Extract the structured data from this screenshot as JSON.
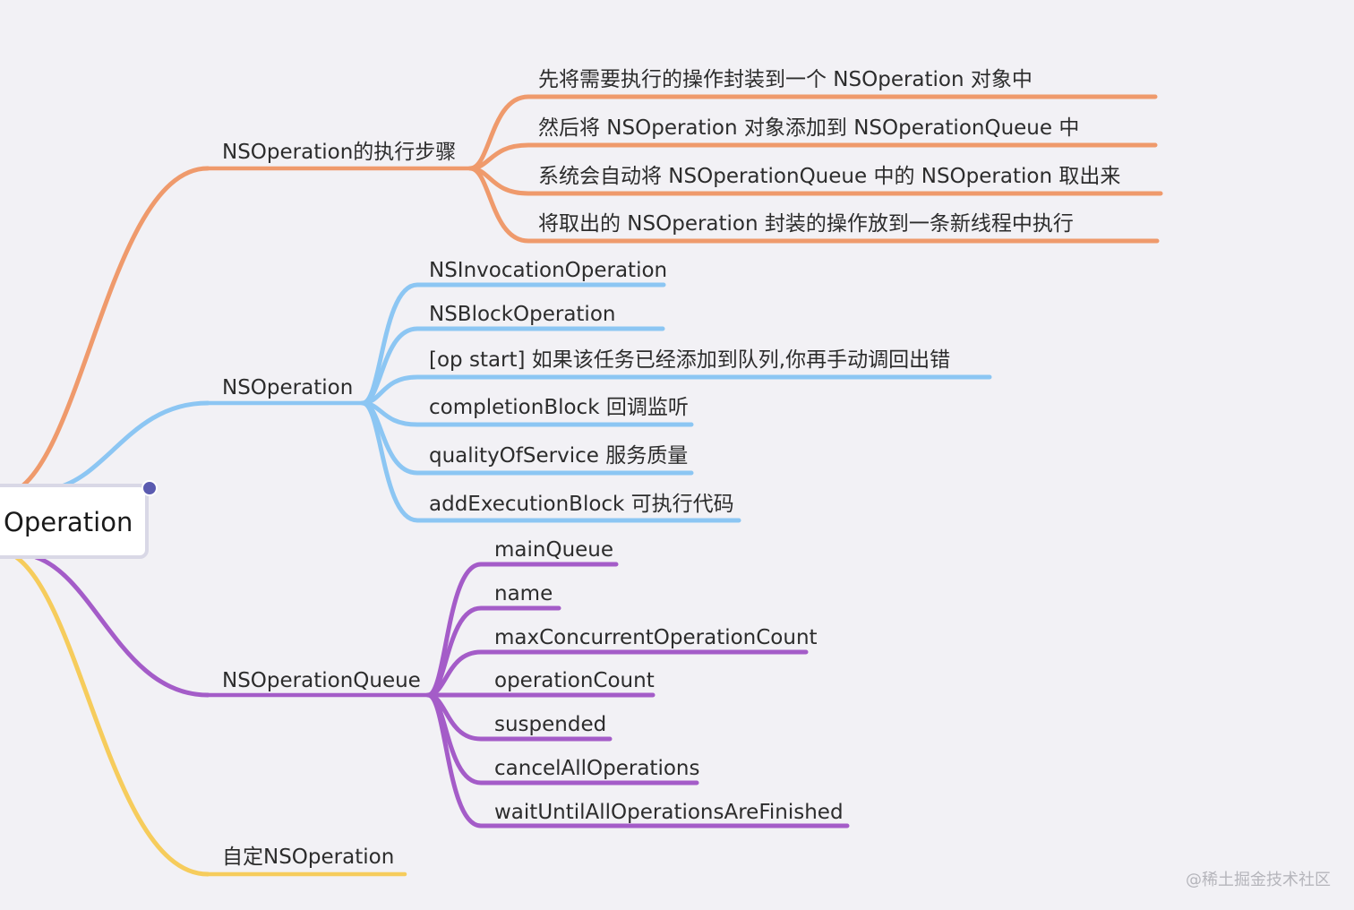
{
  "colors": {
    "orange": "#ef9a6c",
    "blue": "#8cc6f3",
    "purple": "#a45cc8",
    "yellow": "#f6cc5c",
    "root_dot": "#5b5bb0"
  },
  "root": {
    "label": "Operation"
  },
  "branches": [
    {
      "key": "steps",
      "label": "NSOperation的执行步骤",
      "color": "orange",
      "children": [
        "先将需要执行的操作封装到一个 NSOperation 对象中",
        "然后将 NSOperation 对象添加到 NSOperationQueue 中",
        "系统会自动将 NSOperationQueue 中的 NSOperation 取出来",
        "将取出的 NSOperation 封装的操作放到一条新线程中执行"
      ]
    },
    {
      "key": "operation",
      "label": "NSOperation",
      "color": "blue",
      "children": [
        "NSInvocationOperation",
        "NSBlockOperation",
        "[op start]  如果该任务已经添加到队列,你再手动调回出错",
        "completionBlock 回调监听",
        "qualityOfService 服务质量",
        "addExecutionBlock 可执行代码"
      ]
    },
    {
      "key": "queue",
      "label": "NSOperationQueue",
      "color": "purple",
      "children": [
        "mainQueue",
        "name",
        "maxConcurrentOperationCount",
        "operationCount",
        "suspended",
        "cancelAllOperations",
        "waitUntilAllOperationsAreFinished"
      ]
    },
    {
      "key": "custom",
      "label": "自定NSOperation",
      "color": "yellow",
      "children": []
    }
  ],
  "watermark": "@稀土掘金技术社区"
}
